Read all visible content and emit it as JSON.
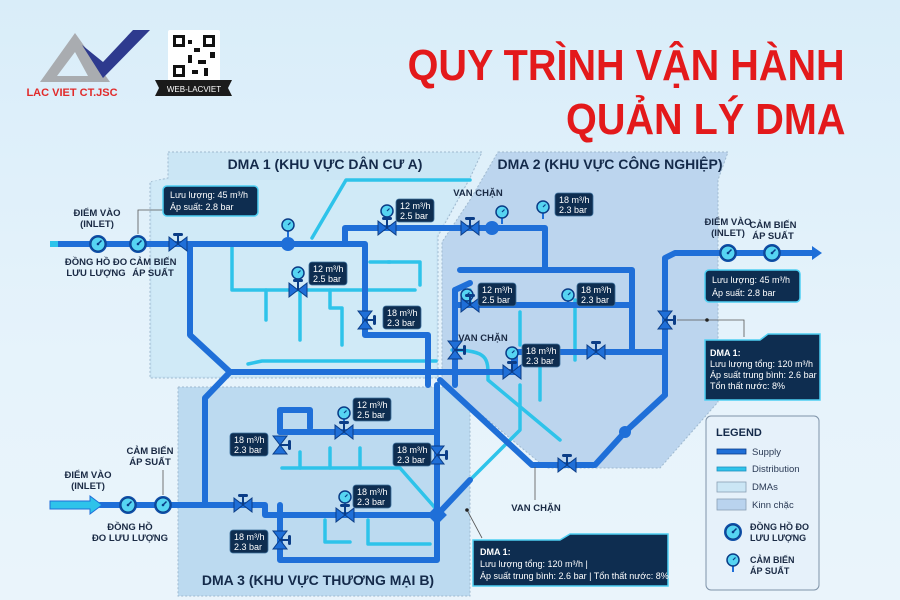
{
  "logo": {
    "company": "LAC VIET CT.JSC",
    "qr_caption": "WEB-LACVIET"
  },
  "title": {
    "line1": "QUY TRÌNH VẬN HÀNH",
    "line2": "QUẢN LÝ DMA",
    "color": "#e3191b"
  },
  "zones": {
    "dma1": "DMA 1 (KHU VỰC DÂN CƯ A)",
    "dma2": "DMA 2 (KHU VỰC CÔNG NGHIỆP)",
    "dma3": "DMA 3 (KHU VỰC THƯƠNG MẠI B)"
  },
  "inlets": {
    "left_top": {
      "inlet": [
        "ĐIỂM VÀO",
        "(INLET)"
      ],
      "meter": [
        "ĐỒNG HỒ ĐO",
        "LƯU LƯỢNG"
      ],
      "sensor": [
        "CẢM BIẾN",
        "ÁP SUẤT"
      ]
    },
    "right": {
      "inlet": [
        "ĐIỂM VÀO",
        "(INLET)"
      ],
      "sensor": [
        "CẢM BIẾN",
        "ÁP SUẤT"
      ]
    },
    "left_bottom": {
      "inlet": [
        "ĐIỂM VÀO",
        "(INLET)"
      ],
      "meter": [
        "ĐỒNG HỒ",
        "ĐO LƯU LƯỢNG"
      ],
      "sensor": [
        "CẢM BIẾN",
        "ÁP SUẤT"
      ]
    }
  },
  "valve_labels": [
    "VAN CHẶN",
    "VAN CHẶN",
    "VAN CHẶN"
  ],
  "tags": [
    [
      "12 m³/h",
      "2.5 bar"
    ],
    [
      "12 m³/h",
      "2.5 bar"
    ],
    [
      "18 m³/h",
      "2.3 bar"
    ],
    [
      "18 m³/h",
      "2.3 bar"
    ],
    [
      "12 m³/h",
      "2.5 bar"
    ],
    [
      "18 m³/h",
      "2.3 bar"
    ],
    [
      "18 m³/h",
      "2.3 bar"
    ],
    [
      "12 m³/h",
      "2.5 bar"
    ],
    [
      "18 m³/h",
      "2.3 bar"
    ],
    [
      "18 m³/h",
      "2.3 bar"
    ],
    [
      "18 m³/h",
      "2.3 bar"
    ],
    [
      "18 m³/h",
      "2.3 bar"
    ]
  ],
  "info_boxes": {
    "inlet_left": [
      "Lưu lượng: 45 m³/h",
      "Áp suất: 2.8 bar"
    ],
    "inlet_right": [
      "Lưu lượng: 45 m³/h",
      "Áp suất: 2.8 bar"
    ],
    "dma_right": [
      "DMA 1:",
      "Lưu lượng tổng: 120 m³/h",
      "Áp suất trung bình: 2.6 bar",
      "Tổn thất nước: 8%"
    ],
    "dma_bottom": [
      "DMA 1:",
      "Lưu lượng tổng: 120 m³/h |",
      "Áp suất trung bình: 2.6 bar | Tổn thất nước: 8%"
    ]
  },
  "legend": {
    "title": "LEGEND",
    "items": [
      "Supply",
      "Distribution",
      "DMAs",
      "Kinn chặc"
    ],
    "meter": [
      "ĐỒNG HỒ ĐO",
      "LƯU LƯỢNG"
    ],
    "sensor": [
      "CẢM BIẾN",
      "ÁP SUẤT"
    ]
  },
  "colors": {
    "supply": "#1f6fd8",
    "distribution": "#2ec3ea",
    "dma_zone": "#cbe6f5",
    "isolated_zone": "#b9d3ee",
    "tag_bg": "#0e2d50"
  }
}
